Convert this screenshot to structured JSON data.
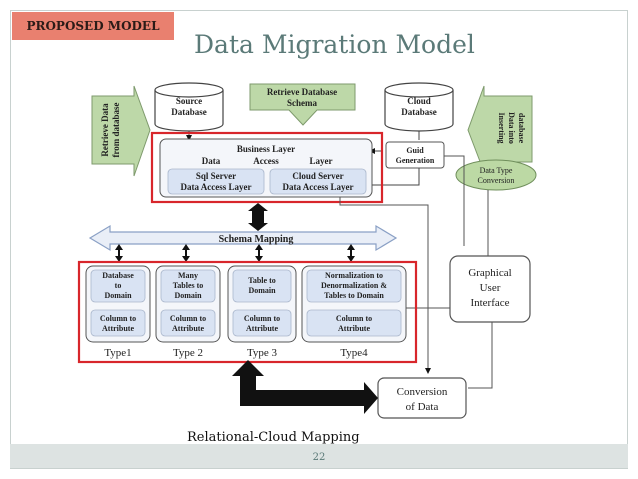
{
  "slide": {
    "tag": "PROPOSED MODEL",
    "title": "Data Migration Model",
    "caption": "Relational-Cloud Mapping",
    "page_number": "22"
  },
  "diagram": {
    "retrieve_data_line1": "Retrieve Data",
    "retrieve_data_line2": "from database",
    "source_db_line1": "Source",
    "source_db_line2": "Database",
    "retrieve_schema_line1": "Retrieve Database",
    "retrieve_schema_line2": "Schema",
    "cloud_db_line1": "Cloud",
    "cloud_db_line2": "Database",
    "inserting_line1": "Inserting",
    "inserting_line2": "Data into",
    "inserting_line3": "database",
    "business_layer": "Business Layer",
    "data_word": "Data",
    "access_word": "Access",
    "layer_word": "Layer",
    "sql_line1": "Sql Server",
    "sql_line2": "Data Access Layer",
    "cloud_server_line1": "Cloud Server",
    "cloud_server_line2": "Data Access Layer",
    "guid_line1": "Guid",
    "guid_line2": "Generation",
    "dtc_line1": "Data Type",
    "dtc_line2": "Conversion",
    "schema_mapping": "Schema    Mapping",
    "gui_line1": "Graphical",
    "gui_line2": "User",
    "gui_line3": "Interface",
    "conversion_line1": "Conversion",
    "conversion_line2": "of Data",
    "types": [
      {
        "lines": [
          "Database",
          "to",
          "Domain"
        ],
        "attr1": "Column to",
        "attr2": "Attribute",
        "label": "Type1"
      },
      {
        "lines": [
          "Many",
          "Tables to",
          "Domain"
        ],
        "attr1": "Column to",
        "attr2": "Attribute",
        "label": "Type 2"
      },
      {
        "lines": [
          "Table  to",
          "Domain"
        ],
        "attr1": "Column to",
        "attr2": "Attribute",
        "label": "Type 3"
      },
      {
        "lines": [
          "Normalization to",
          "Denormalization &",
          "Tables to Domain"
        ],
        "attr1": "Column to",
        "attr2": "Attribute",
        "label": "Type4"
      }
    ]
  }
}
